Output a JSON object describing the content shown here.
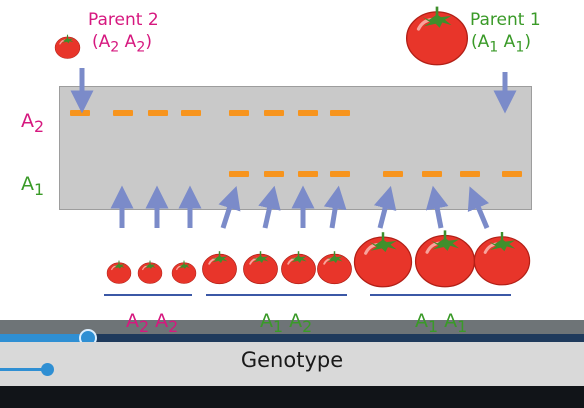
{
  "parent2": {
    "title": "Parent 2",
    "geno_html": "(A<sub>2</sub> A<sub>2</sub>)"
  },
  "parent1": {
    "title": "Parent 1",
    "geno_html": "(A<sub>1</sub> A<sub>1</sub>)"
  },
  "gel": {
    "row_a2_html": "A<sub>2</sub>",
    "row_a1_html": "A<sub>1</sub>"
  },
  "groups": [
    {
      "label_html": "A<sub>2</sub> A<sub>2</sub>"
    },
    {
      "label_html": "A<sub>1</sub> A<sub>2</sub>"
    },
    {
      "label_html": "A<sub>1</sub> A<sub>1</sub>"
    }
  ],
  "caption": "Genotype",
  "player": {
    "progress": 0.15,
    "volume": 0.08
  },
  "colors": {
    "magenta": "#d6187f",
    "green": "#3a9a28",
    "band": "#f7941d",
    "arrow": "#7b8bc9",
    "underline": "#3b58a6",
    "tomato": "#e8352a",
    "leaf": "#3f8f2c"
  }
}
